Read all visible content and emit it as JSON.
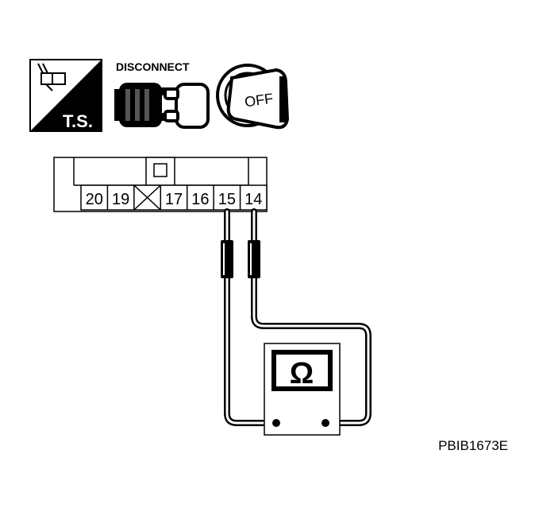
{
  "icons": {
    "ts_label": "T.S.",
    "disconnect_label": "DISCONNECT",
    "ignition_label": "OFF"
  },
  "connector": {
    "pins": [
      "20",
      "19",
      "",
      "17",
      "16",
      "15",
      "14"
    ],
    "lock_pin_index": 2
  },
  "meter": {
    "symbol": "Ω"
  },
  "figure_code": "PBIB1673E",
  "colors": {
    "ink": "#000000",
    "paper": "#ffffff",
    "shade": "#bfbfbf"
  }
}
